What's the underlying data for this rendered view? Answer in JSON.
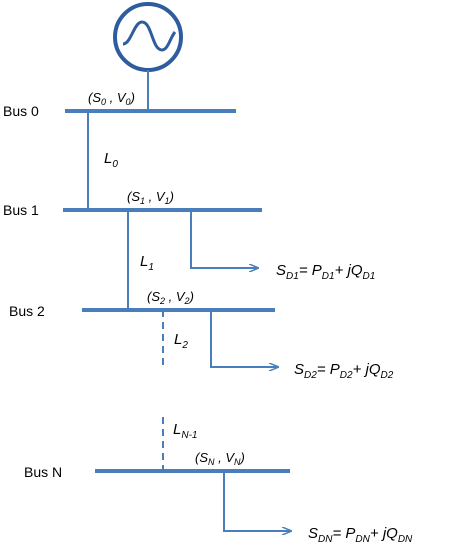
{
  "buses": [
    {
      "label": "Bus 0",
      "s": "S",
      "s_sub": "0",
      "v": "V",
      "v_sub": "0"
    },
    {
      "label": "Bus 1",
      "s": "S",
      "s_sub": "1",
      "v": "V",
      "v_sub": "1"
    },
    {
      "label": "Bus 2",
      "s": "S",
      "s_sub": "2",
      "v": "V",
      "v_sub": "2"
    },
    {
      "label": "Bus N",
      "s": "S",
      "s_sub": "N",
      "v": "V",
      "v_sub": "N"
    }
  ],
  "lines": [
    {
      "name": "L",
      "sub": "0"
    },
    {
      "name": "L",
      "sub": "1"
    },
    {
      "name": "L",
      "sub": "2"
    },
    {
      "name": "L",
      "sub": "N-1"
    }
  ],
  "loads": [
    {
      "s": "S",
      "s_sub": "D1",
      "p": "P",
      "p_sub": "D1",
      "jq": "jQ",
      "q_sub": "D1"
    },
    {
      "s": "S",
      "s_sub": "D2",
      "p": "P",
      "p_sub": "D2",
      "jq": "jQ",
      "q_sub": "D2"
    },
    {
      "s": "S",
      "s_sub": "DN",
      "p": "P",
      "p_sub": "DN",
      "jq": "jQ",
      "q_sub": "DN"
    }
  ],
  "colors": {
    "line": "#4a7ebb",
    "generator": "#2e5d9f"
  },
  "icons": {
    "generator": "ac-generator-icon",
    "arrow": "arrow-head-icon"
  }
}
